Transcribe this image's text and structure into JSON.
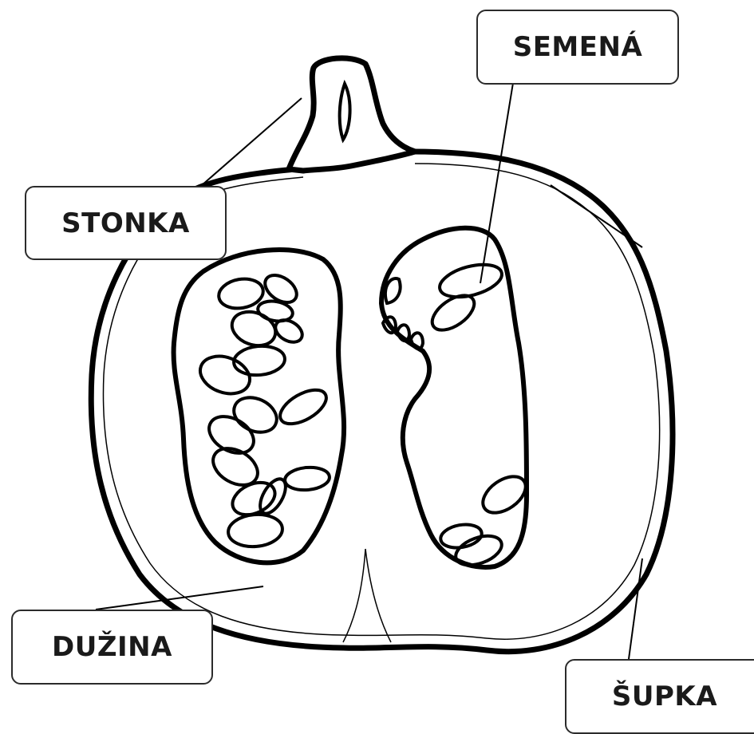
{
  "labels": {
    "semena": "SEMENÁ",
    "stonka": "STONKA",
    "duzina": "DUŽINA",
    "supka": "ŠUPKA"
  },
  "colors": {
    "outline": "#000000",
    "background": "#ffffff",
    "label_border": "#2b2b2b"
  }
}
